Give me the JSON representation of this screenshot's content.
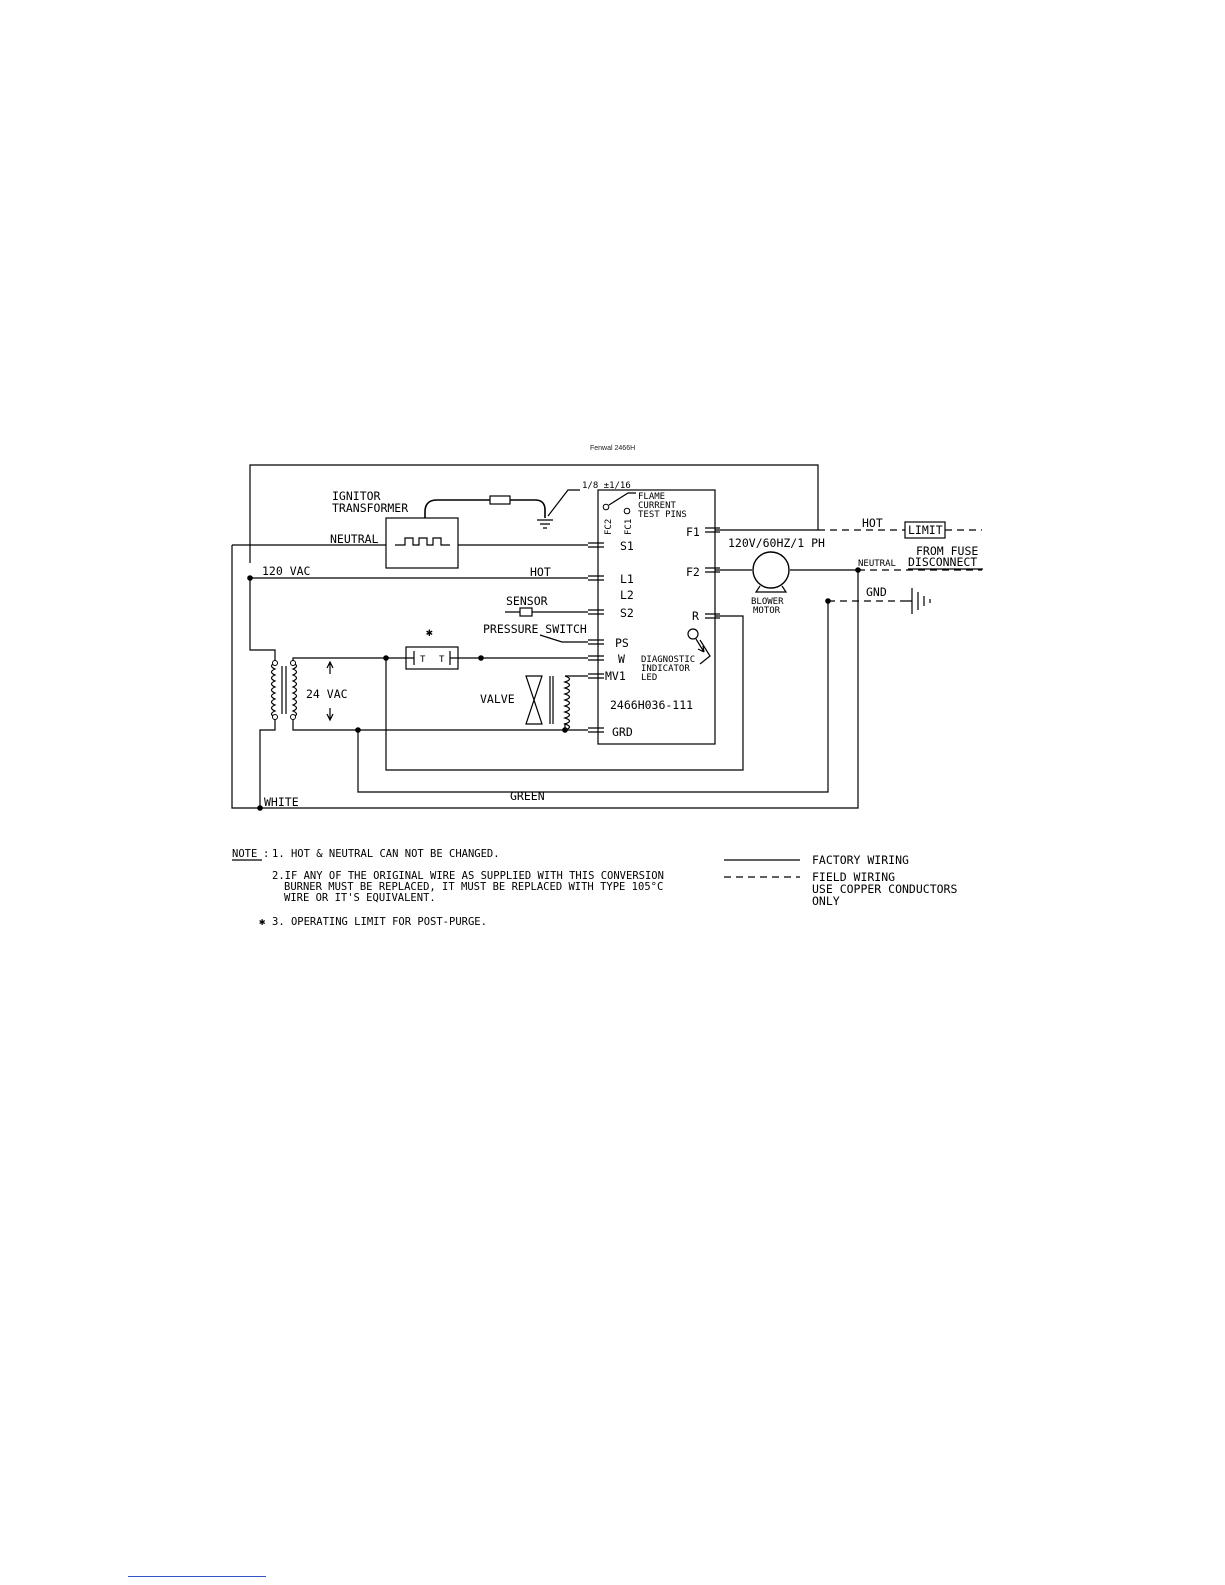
{
  "caption": "Fenwal 2466H",
  "labels": {
    "ignitor_transformer_1": "IGNITOR",
    "ignitor_transformer_2": "TRANSFORMER",
    "neutral": "NEUTRAL",
    "vac120": "120 VAC",
    "hot_left": "HOT",
    "sensor": "SENSOR",
    "pressure_switch": "PRESSURE SWITCH",
    "star": "✱",
    "t_left": "T",
    "t_right": "T",
    "vac24": "24 VAC",
    "valve": "VALVE",
    "white": "WHITE",
    "green": "GREEN",
    "gap": "1/8 ±1/16",
    "flame_1": "FLAME",
    "flame_2": "CURRENT",
    "flame_3": "TEST PINS",
    "fc2": "FC2",
    "fc1": "FC1",
    "diag_1": "DIAGNOSTIC",
    "diag_2": "INDICATOR",
    "diag_3": "LED",
    "model": "2466H036-111",
    "supply": "120V/60HZ/1 PH",
    "blower_1": "BLOWER",
    "blower_2": "MOTOR",
    "hot_right": "HOT",
    "limit": "LIMIT",
    "from_fuse": "FROM FUSE",
    "neutral_right": "NEUTRAL",
    "disconnect": "DISCONNECT",
    "gnd": "GND"
  },
  "terminals": {
    "s1": "S1",
    "l1": "L1",
    "l2": "L2",
    "s2": "S2",
    "ps": "PS",
    "w": "W",
    "mv1": "MV1",
    "grd": "GRD",
    "f1": "F1",
    "f2": "F2",
    "r": "R"
  },
  "notes": {
    "heading": "NOTE",
    "colon": ":",
    "n1": "1. HOT & NEUTRAL CAN NOT BE CHANGED.",
    "n2a": "2.IF ANY OF THE ORIGINAL WIRE AS SUPPLIED WITH THIS CONVERSION",
    "n2b": "BURNER MUST BE REPLACED, IT MUST BE REPLACED WITH TYPE 105°C",
    "n2c": "WIRE OR IT'S EQUIVALENT.",
    "star": "✱",
    "n3": "3. OPERATING LIMIT FOR POST-PURGE."
  },
  "legend": {
    "factory": "FACTORY WIRING",
    "field_1": "FIELD WIRING",
    "field_2": "USE COPPER CONDUCTORS",
    "field_3": "ONLY"
  }
}
